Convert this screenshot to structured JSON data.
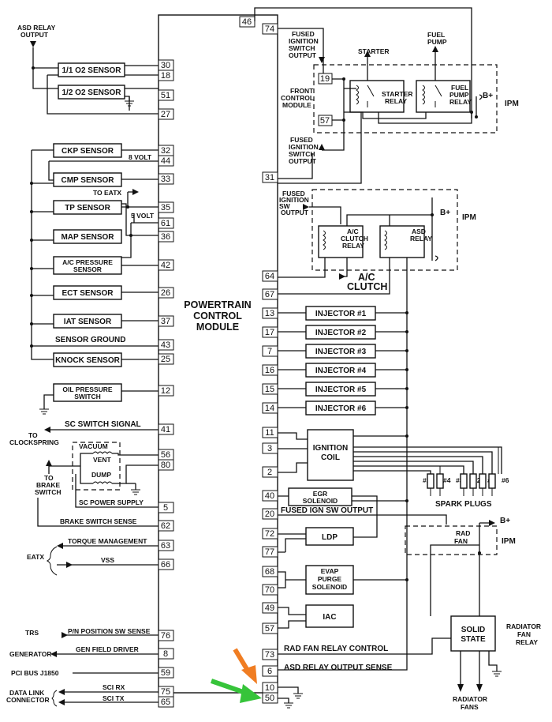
{
  "pcm": {
    "title_line1": "POWERTRAIN",
    "title_line2": "CONTROL",
    "title_line3": "MODULE"
  },
  "left": {
    "asd_relay_output_1": "ASD RELAY",
    "asd_relay_output_2": "OUTPUT",
    "o2_sensor_1_1": "1/1 O2 SENSOR",
    "o2_sensor_1_2": "1/2 O2 SENSOR",
    "ckp_sensor": "CKP SENSOR",
    "eight_volt": "8 VOLT",
    "cmp_sensor": "CMP SENSOR",
    "to_eatx": "TO EATX",
    "tp_sensor": "TP SENSOR",
    "five_volt": "5 VOLT",
    "map_sensor": "MAP SENSOR",
    "ac_pressure_1": "A/C PRESSURE",
    "ac_pressure_2": "SENSOR",
    "ect_sensor": "ECT SENSOR",
    "iat_sensor": "IAT SENSOR",
    "sensor_ground": "SENSOR GROUND",
    "knock_sensor": "KNOCK SENSOR",
    "oil_pressure_1": "OIL PRESSURE",
    "oil_pressure_2": "SWITCH",
    "sc_switch_signal": "SC SWITCH SIGNAL",
    "to_clockspring_1": "TO",
    "to_clockspring_2": "CLOCKSPRING",
    "vacuum": "VACUUM",
    "vent": "VENT",
    "dump": "DUMP",
    "to_brake_1": "TO",
    "to_brake_2": "BRAKE",
    "to_brake_3": "SWITCH",
    "sc_power_supply": "SC POWER SUPPLY",
    "brake_switch_sense": "BRAKE SWITCH SENSE",
    "torque_management": "TORQUE MANAGEMENT",
    "eatx": "EATX",
    "vss": "VSS",
    "trs": "TRS",
    "pn_position": "P/N POSITION SW SENSE",
    "generator": "GENERATOR",
    "gen_field_driver": "GEN FIELD DRIVER",
    "pci_bus": "PCI BUS J1850",
    "data_link_1": "DATA LINK",
    "data_link_2": "CONNECTOR",
    "sci_rx": "SCI RX",
    "sci_tx": "SCI TX"
  },
  "right": {
    "fused_ign_1": "FUSED",
    "fused_ign_2": "IGNITION",
    "fused_ign_3": "SWITCH",
    "fused_ign_4": "OUTPUT",
    "starter": "STARTER",
    "fuel_pump_1": "FUEL",
    "fuel_pump_2": "PUMP",
    "front_control_1": "FRONT",
    "front_control_2": "CONTROL",
    "front_control_3": "MODULE",
    "starter_relay_1": "STARTER",
    "starter_relay_2": "RELAY",
    "fuel_pump_relay_1": "FUEL",
    "fuel_pump_relay_2": "PUMP",
    "fuel_pump_relay_3": "RELAY",
    "b_plus": "B+",
    "ipm": "IPM",
    "fused_ign_sw_1": "FUSED",
    "fused_ign_sw_2": "IGNITION",
    "fused_ign_sw_3": "SW",
    "fused_ign_sw_4": "OUTPUT",
    "ac_clutch_relay_1": "A/C",
    "ac_clutch_relay_2": "CLUTCH",
    "ac_clutch_relay_3": "RELAY",
    "asd_relay_1": "ASD",
    "asd_relay_2": "RELAY",
    "ac_clutch_1": "A/C",
    "ac_clutch_2": "CLUTCH",
    "injector_1": "INJECTOR #1",
    "injector_2": "INJECTOR #2",
    "injector_3": "INJECTOR #3",
    "injector_4": "INJECTOR #4",
    "injector_5": "INJECTOR #5",
    "injector_6": "INJECTOR #6",
    "ignition_coil_1": "IGNITION",
    "ignition_coil_2": "COIL",
    "plug_1": "#1",
    "plug_4": "#4",
    "plug_3": "#3",
    "plug_2": "#2",
    "plug_5": "#5",
    "plug_6": "#6",
    "spark_plugs": "SPARK PLUGS",
    "egr_1": "EGR",
    "egr_2": "SOLENOID",
    "fused_ign_sw_output": "FUSED IGN SW OUTPUT",
    "rad_fan_1": "RAD",
    "rad_fan_2": "FAN",
    "ldp": "LDP",
    "evap_1": "EVAP",
    "evap_2": "PURGE",
    "evap_3": "SOLENOID",
    "iac": "IAC",
    "solid_state_1": "SOLID",
    "solid_state_2": "STATE",
    "rad_fan_relay_1": "RADIATOR",
    "rad_fan_relay_2": "FAN",
    "rad_fan_relay_3": "RELAY",
    "rad_fan_relay_control": "RAD FAN RELAY CONTROL",
    "asd_relay_output_sense": "ASD RELAY OUTPUT SENSE",
    "radiator_fans_1": "RADIATOR",
    "radiator_fans_2": "FANS"
  },
  "pins": {
    "p46": "46",
    "p74": "74",
    "p30": "30",
    "p18": "18",
    "p51": "51",
    "p27": "27",
    "p32": "32",
    "p44": "44",
    "p33": "33",
    "p35": "35",
    "p61": "61",
    "p36": "36",
    "p42": "42",
    "p26": "26",
    "p37": "37",
    "p43": "43",
    "p25": "25",
    "p12": "12",
    "p41": "41",
    "p56": "56",
    "p80": "80",
    "p5": "5",
    "p62": "62",
    "p63": "63",
    "p66": "66",
    "p76": "76",
    "p8": "8",
    "p59": "59",
    "p75": "75",
    "p65": "65",
    "p19": "19",
    "p57a": "57",
    "p31": "31",
    "p64": "64",
    "p67": "67",
    "p13": "13",
    "p17": "17",
    "p7": "7",
    "p16": "16",
    "p15": "15",
    "p14": "14",
    "p11": "11",
    "p3": "3",
    "p2": "2",
    "p40": "40",
    "p20": "20",
    "p72": "72",
    "p77": "77",
    "p68": "68",
    "p70": "70",
    "p49": "49",
    "p57b": "57",
    "p73": "73",
    "p6": "6",
    "p10": "10",
    "p50": "50"
  },
  "annotations": {
    "orange_arrow_color": "#f07d22",
    "green_arrow_color": "#36c43a"
  }
}
